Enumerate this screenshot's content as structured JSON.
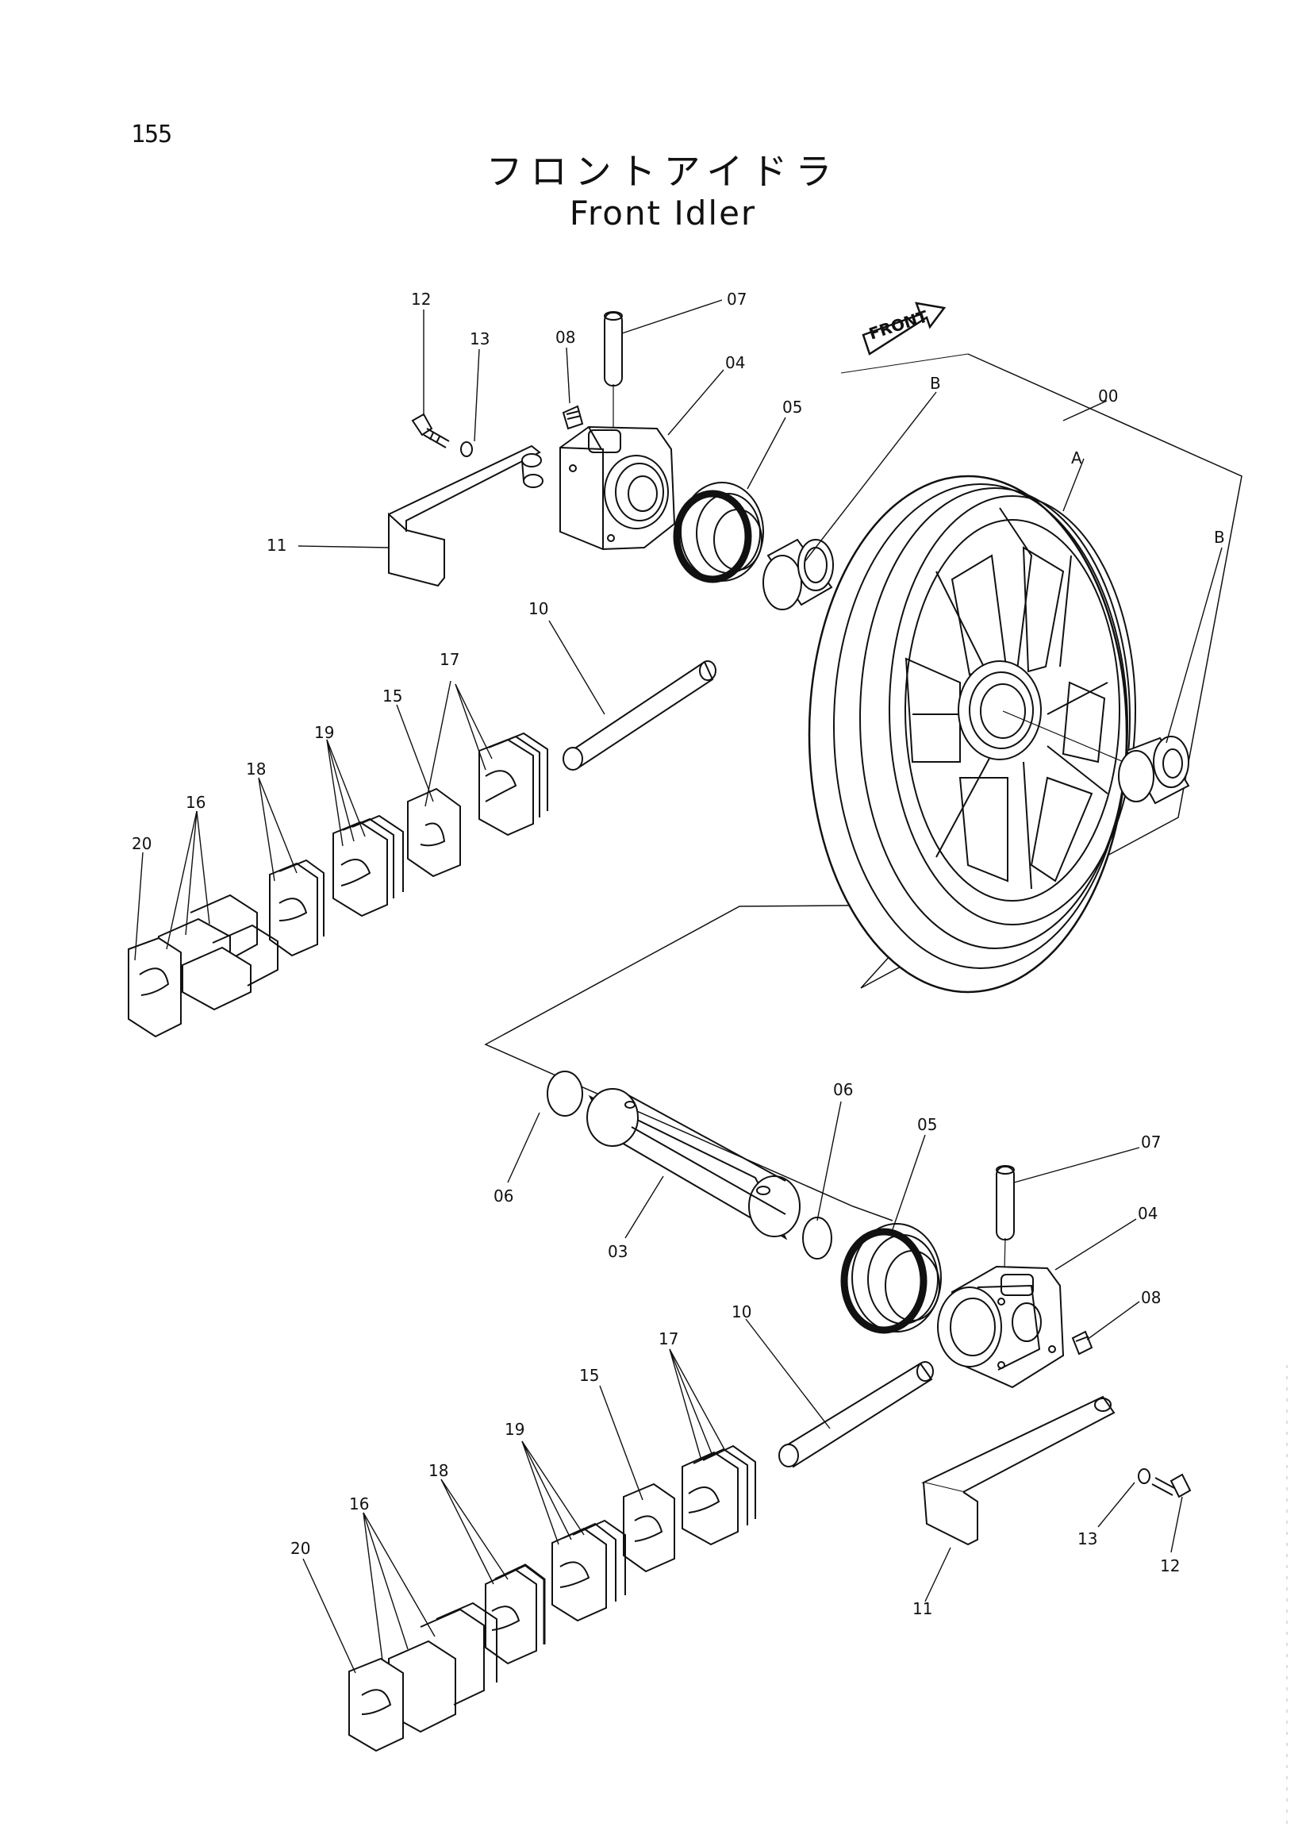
{
  "page_number": "155",
  "title_jp": "フロントアイドラ",
  "title_en": "Front Idler",
  "front_arrow_label": "FRONT",
  "assembly_labels": {
    "a": "A",
    "b": "B",
    "assembly": "00"
  },
  "part_numbers": {
    "shaft": "03",
    "support": "04",
    "seal": "05",
    "o_ring": "06",
    "pin": "07",
    "plug": "08",
    "spacer_pin": "10",
    "guard": "11",
    "bolt": "12",
    "washer": "13",
    "shim_15": "15",
    "shim_16": "16",
    "shim_17": "17",
    "shim_18": "18",
    "shim_19": "19",
    "shim_20": "20"
  }
}
